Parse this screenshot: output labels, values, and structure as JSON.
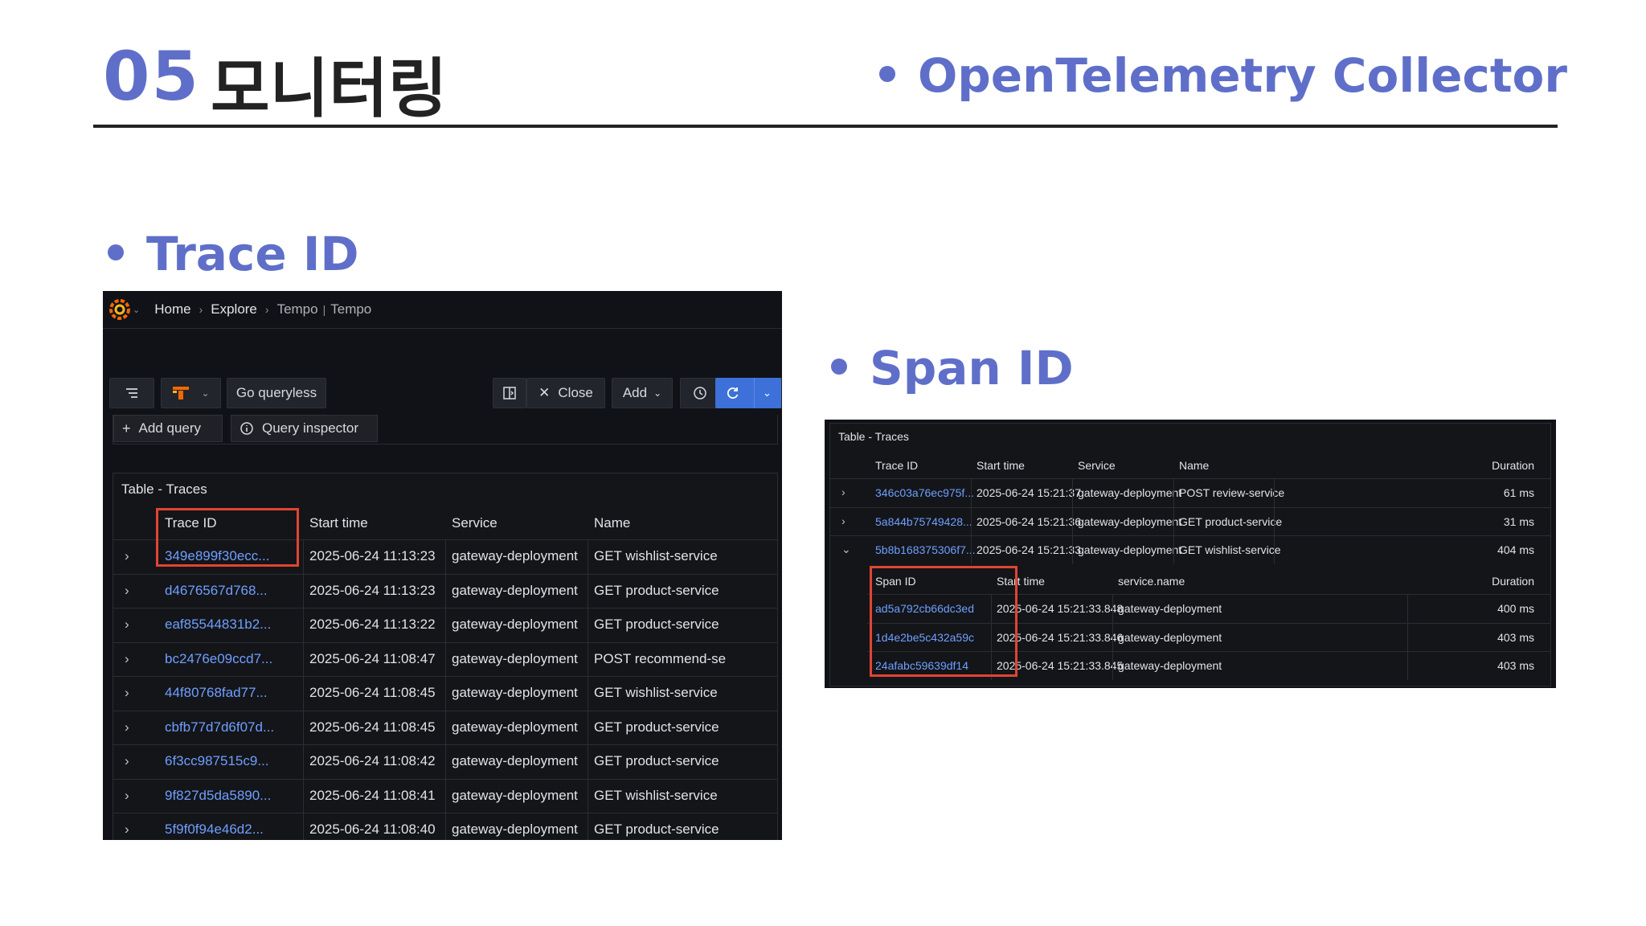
{
  "slide": {
    "number": "05",
    "title": "모니터링",
    "subtitle": "OpenTelemetry Collector",
    "trace_heading": "Trace ID",
    "span_heading": "Span ID"
  },
  "colors": {
    "accent": "#5f6fc9",
    "highlight_box": "#e04533",
    "link": "#6e9fff",
    "panel_bg": "#111217"
  },
  "left": {
    "breadcrumb": [
      "Home",
      "Explore",
      "Tempo",
      "Tempo"
    ],
    "toolbar": {
      "go_queryless": "Go queryless",
      "close": "Close",
      "add": "Add"
    },
    "query_actions": {
      "add_query": "Add query",
      "query_inspector": "Query inspector"
    },
    "panel_title": "Table - Traces",
    "columns": [
      "Trace ID",
      "Start time",
      "Service",
      "Name"
    ],
    "rows": [
      {
        "trace_id": "349e899f30ecc...",
        "start_time": "2025-06-24 11:13:23",
        "service": "gateway-deployment",
        "name": "GET wishlist-service"
      },
      {
        "trace_id": "d4676567d768...",
        "start_time": "2025-06-24 11:13:23",
        "service": "gateway-deployment",
        "name": "GET product-service"
      },
      {
        "trace_id": "eaf85544831b2...",
        "start_time": "2025-06-24 11:13:22",
        "service": "gateway-deployment",
        "name": "GET product-service"
      },
      {
        "trace_id": "bc2476e09ccd7...",
        "start_time": "2025-06-24 11:08:47",
        "service": "gateway-deployment",
        "name": "POST recommend-se"
      },
      {
        "trace_id": "44f80768fad77...",
        "start_time": "2025-06-24 11:08:45",
        "service": "gateway-deployment",
        "name": "GET wishlist-service"
      },
      {
        "trace_id": "cbfb77d7d6f07d...",
        "start_time": "2025-06-24 11:08:45",
        "service": "gateway-deployment",
        "name": "GET product-service"
      },
      {
        "trace_id": "6f3cc987515c9...",
        "start_time": "2025-06-24 11:08:42",
        "service": "gateway-deployment",
        "name": "GET product-service"
      },
      {
        "trace_id": "9f827d5da5890...",
        "start_time": "2025-06-24 11:08:41",
        "service": "gateway-deployment",
        "name": "GET wishlist-service"
      },
      {
        "trace_id": "5f9f0f94e46d2...",
        "start_time": "2025-06-24 11:08:40",
        "service": "gateway-deployment",
        "name": "GET product-service"
      }
    ]
  },
  "right": {
    "panel_title": "Table - Traces",
    "columns": [
      "Trace ID",
      "Start time",
      "Service",
      "Name",
      "Duration"
    ],
    "rows": [
      {
        "trace_id": "346c03a76ec975f...",
        "start_time": "2025-06-24 15:21:37",
        "service": "gateway-deployment",
        "name": "POST review-service",
        "duration": "61 ms"
      },
      {
        "trace_id": "5a844b75749428...",
        "start_time": "2025-06-24 15:21:36",
        "service": "gateway-deployment",
        "name": "GET product-service",
        "duration": "31 ms"
      },
      {
        "trace_id": "5b8b168375306f7...",
        "start_time": "2025-06-24 15:21:33",
        "service": "gateway-deployment",
        "name": "GET wishlist-service",
        "duration": "404 ms"
      }
    ],
    "span_columns": [
      "Span ID",
      "Start time",
      "service.name",
      "Duration"
    ],
    "spans": [
      {
        "span_id": "ad5a792cb66dc3ed",
        "start_time": "2025-06-24 15:21:33.848",
        "service": "gateway-deployment",
        "duration": "400 ms"
      },
      {
        "span_id": "1d4e2be5c432a59c",
        "start_time": "2025-06-24 15:21:33.846",
        "service": "gateway-deployment",
        "duration": "403 ms"
      },
      {
        "span_id": "24afabc59639df14",
        "start_time": "2025-06-24 15:21:33.845",
        "service": "gateway-deployment",
        "duration": "403 ms"
      }
    ]
  }
}
